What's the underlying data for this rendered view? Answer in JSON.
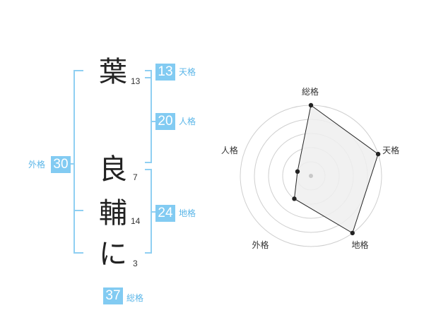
{
  "name_chars": [
    {
      "char": "葉",
      "strokes": "13"
    },
    {
      "char": "良",
      "strokes": "7"
    },
    {
      "char": "輔",
      "strokes": "14"
    },
    {
      "char": "に",
      "strokes": "3"
    }
  ],
  "fortune": {
    "tenkaku": {
      "value": "13",
      "label": "天格"
    },
    "jinkaku": {
      "value": "20",
      "label": "人格"
    },
    "chikaku": {
      "value": "24",
      "label": "地格"
    },
    "gaikaku": {
      "value": "30",
      "label": "外格"
    },
    "soukaku": {
      "value": "37",
      "label": "総格"
    }
  },
  "colors": {
    "accent": "#82cbf2",
    "bracket": "#8fcff2",
    "radar_fill": "#efefef"
  },
  "chart_data": {
    "type": "radar",
    "axes": [
      "総格",
      "天格",
      "地格",
      "外格",
      "人格"
    ],
    "rings": 5,
    "max": 5,
    "values": [
      5,
      5,
      5,
      2,
      1
    ]
  }
}
